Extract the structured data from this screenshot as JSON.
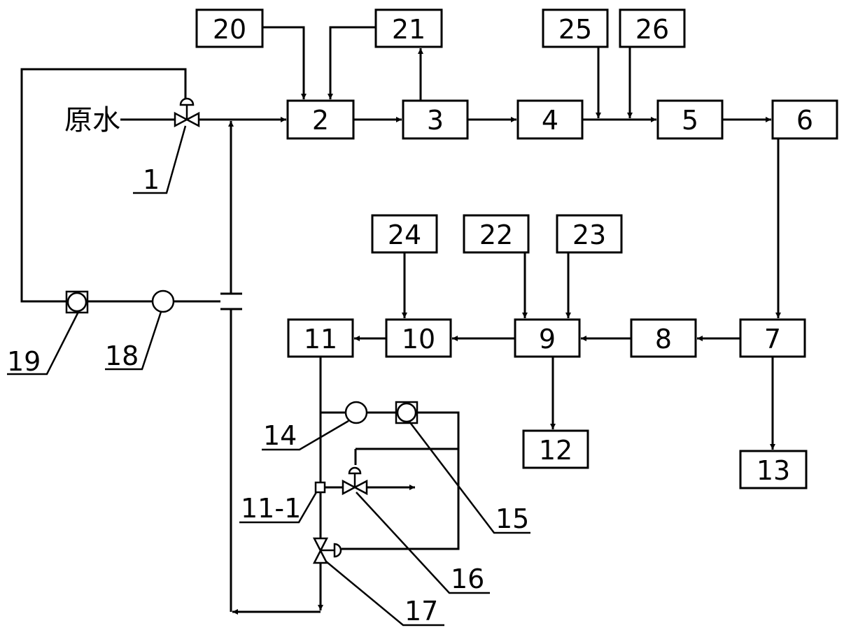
{
  "diagram": {
    "raw_water_label": "原水",
    "boxes": {
      "b2": "2",
      "b3": "3",
      "b4": "4",
      "b5": "5",
      "b6": "6",
      "b7": "7",
      "b8": "8",
      "b9": "9",
      "b10": "10",
      "b11": "11",
      "b12": "12",
      "b13": "13",
      "b20": "20",
      "b21": "21",
      "b22": "22",
      "b23": "23",
      "b24": "24",
      "b25": "25",
      "b26": "26"
    },
    "callouts": {
      "c1": "1",
      "c11_1": "11-1",
      "c14": "14",
      "c15": "15",
      "c16": "16",
      "c17": "17",
      "c18": "18",
      "c19": "19"
    }
  }
}
